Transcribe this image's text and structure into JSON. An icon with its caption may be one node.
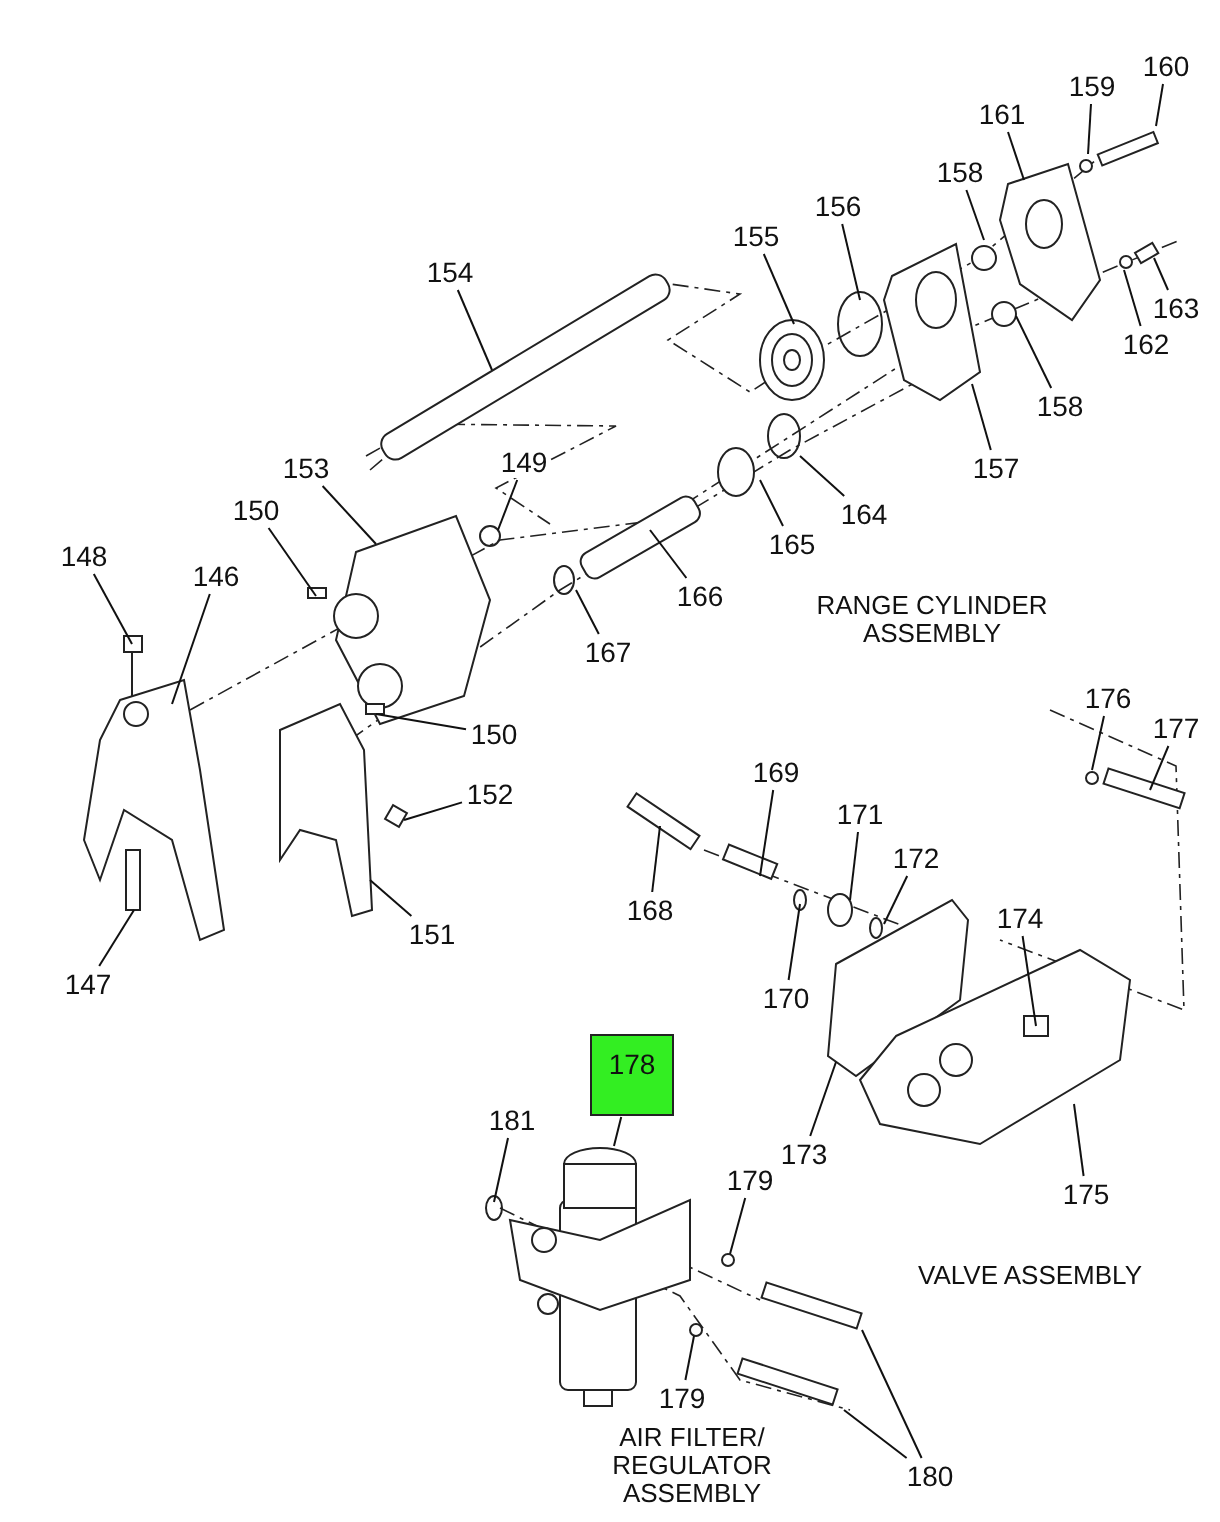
{
  "diagram": {
    "nodes": [
      {
        "text": [
          "160"
        ]
      },
      {
        "text": [
          "159"
        ]
      },
      {
        "text": [
          "161"
        ]
      },
      {
        "text": [
          "158"
        ]
      },
      {
        "text": [
          "156"
        ]
      },
      {
        "text": [
          "155"
        ]
      },
      {
        "text": [
          "154"
        ]
      },
      {
        "text": [
          "163"
        ]
      },
      {
        "text": [
          "162"
        ]
      },
      {
        "text": [
          "158"
        ]
      },
      {
        "text": [
          "157"
        ]
      },
      {
        "text": [
          "149"
        ]
      },
      {
        "text": [
          "153"
        ]
      },
      {
        "text": [
          "164"
        ]
      },
      {
        "text": [
          "150"
        ]
      },
      {
        "text": [
          "165"
        ]
      },
      {
        "text": [
          "148"
        ]
      },
      {
        "text": [
          "146"
        ]
      },
      {
        "text": [
          "166"
        ]
      },
      {
        "text": [
          "167"
        ]
      },
      {
        "text": [
          "176"
        ]
      },
      {
        "text": [
          "150"
        ]
      },
      {
        "text": [
          "177"
        ]
      },
      {
        "text": [
          "169"
        ]
      },
      {
        "text": [
          "152"
        ]
      },
      {
        "text": [
          "171"
        ]
      },
      {
        "text": [
          "172"
        ]
      },
      {
        "text": [
          "168"
        ]
      },
      {
        "text": [
          "151"
        ]
      },
      {
        "text": [
          "174"
        ]
      },
      {
        "text": [
          "147"
        ]
      },
      {
        "text": [
          "170"
        ]
      },
      {
        "text": [
          "178"
        ]
      },
      {
        "text": [
          "181"
        ]
      },
      {
        "text": [
          "173"
        ]
      },
      {
        "text": [
          "179"
        ]
      },
      {
        "text": [
          "175"
        ]
      },
      {
        "text": [
          "179"
        ]
      },
      {
        "text": [
          "180"
        ]
      }
    ],
    "edges": [
      {
        "from": 0,
        "to": null,
        "arrow": "none"
      },
      {
        "from": 1,
        "to": null,
        "arrow": "none"
      },
      {
        "from": 2,
        "to": null,
        "arrow": "none"
      },
      {
        "from": 3,
        "to": null,
        "arrow": "none"
      },
      {
        "from": 4,
        "to": null,
        "arrow": "none"
      },
      {
        "from": 5,
        "to": null,
        "arrow": "none"
      },
      {
        "from": 6,
        "to": null,
        "arrow": "none"
      },
      {
        "from": 7,
        "to": null,
        "arrow": "none"
      },
      {
        "from": 8,
        "to": null,
        "arrow": "none"
      },
      {
        "from": 9,
        "to": null,
        "arrow": "none"
      },
      {
        "from": 10,
        "to": null,
        "arrow": "none"
      },
      {
        "from": 11,
        "to": null,
        "arrow": "none"
      },
      {
        "from": 12,
        "to": null,
        "arrow": "none"
      },
      {
        "from": 13,
        "to": null,
        "arrow": "none"
      },
      {
        "from": 14,
        "to": null,
        "arrow": "none"
      },
      {
        "from": 15,
        "to": null,
        "arrow": "none"
      },
      {
        "from": 16,
        "to": null,
        "arrow": "none"
      },
      {
        "from": 17,
        "to": null,
        "arrow": "none"
      },
      {
        "from": 18,
        "to": null,
        "arrow": "none"
      },
      {
        "from": 19,
        "to": null,
        "arrow": "none"
      },
      {
        "from": 20,
        "to": null,
        "arrow": "none"
      },
      {
        "from": 21,
        "to": null,
        "arrow": "none"
      },
      {
        "from": 22,
        "to": null,
        "arrow": "none"
      },
      {
        "from": 23,
        "to": null,
        "arrow": "none"
      },
      {
        "from": 24,
        "to": null,
        "arrow": "none"
      },
      {
        "from": 25,
        "to": null,
        "arrow": "none"
      },
      {
        "from": 26,
        "to": null,
        "arrow": "none"
      },
      {
        "from": 27,
        "to": null,
        "arrow": "none"
      },
      {
        "from": 28,
        "to": null,
        "arrow": "none"
      },
      {
        "from": 29,
        "to": null,
        "arrow": "none"
      },
      {
        "from": 30,
        "to": null,
        "arrow": "none"
      },
      {
        "from": 31,
        "to": null,
        "arrow": "none"
      },
      {
        "from": 32,
        "to": null,
        "arrow": "none"
      },
      {
        "from": 33,
        "to": null,
        "arrow": "none"
      },
      {
        "from": 34,
        "to": null,
        "arrow": "none"
      },
      {
        "from": 35,
        "to": null,
        "arrow": "none"
      },
      {
        "from": 36,
        "to": null,
        "arrow": "none"
      },
      {
        "from": 37,
        "to": null,
        "arrow": "none"
      },
      {
        "from": 38,
        "to": null,
        "arrow": "none"
      },
      {
        "from": 38,
        "to": null,
        "arrow": "none"
      }
    ],
    "labels": [
      "RANGE CYLINDER ASSEMBLY",
      "VALVE ASSEMBLY",
      "AIR FILTER/ REGULATOR ASSEMBLY"
    ]
  }
}
